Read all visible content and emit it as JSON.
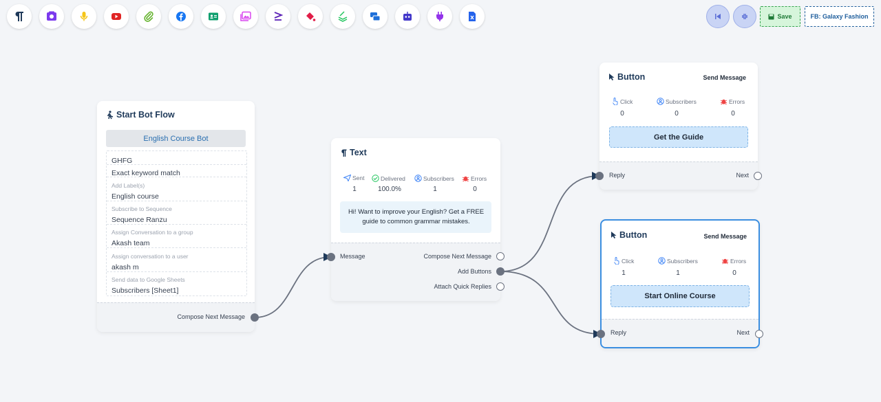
{
  "toolbar": {
    "tools": [
      {
        "icon": "paragraph-icon",
        "color": "#1f3a5a"
      },
      {
        "icon": "image-gallery-icon",
        "color": "#7c3aed"
      },
      {
        "icon": "microphone-icon",
        "color": "#f5c518"
      },
      {
        "icon": "youtube-icon",
        "color": "#e02424"
      },
      {
        "icon": "paperclip-icon",
        "color": "#65b32e"
      },
      {
        "icon": "facebook-icon",
        "color": "#1877f2"
      },
      {
        "icon": "contact-card-icon",
        "color": "#0e9f6e"
      },
      {
        "icon": "image-icon",
        "color": "#d946ef"
      },
      {
        "icon": "greater-equal-icon",
        "color": "#5b21b6"
      },
      {
        "icon": "paint-bucket-icon",
        "color": "#e11d48"
      },
      {
        "icon": "layers-icon",
        "color": "#22c55e"
      },
      {
        "icon": "chat-icon",
        "color": "#1e6fd9"
      },
      {
        "icon": "robot-icon",
        "color": "#4338ca"
      },
      {
        "icon": "plug-icon",
        "color": "#9333ea"
      },
      {
        "icon": "excel-icon",
        "color": "#2563eb"
      }
    ],
    "save_label": "Save",
    "page_label": "FB: Galaxy Fashion"
  },
  "start_node": {
    "title": "Start Bot Flow",
    "bot_name": "English Course Bot",
    "fields": [
      {
        "label": "",
        "value": "GHFG"
      },
      {
        "label": "",
        "value": "Exact keyword match"
      },
      {
        "label": "Add Label(s)",
        "value": "English course"
      },
      {
        "label": "Subscribe to Sequence",
        "value": "Sequence Ranzu"
      },
      {
        "label": "Assign Conversation to a group",
        "value": "Akash team"
      },
      {
        "label": "Assign conversation to a user",
        "value": "akash m"
      },
      {
        "label": "Send data to Google Sheets",
        "value": "Subscribers [Sheet1]"
      }
    ],
    "output_label": "Compose Next Message"
  },
  "text_node": {
    "title": "Text",
    "stats": [
      {
        "label": "Sent",
        "value": "1",
        "icon": "send-icon",
        "color": "#3b82f6"
      },
      {
        "label": "Delivered",
        "value": "100.0%",
        "icon": "check-circle-icon",
        "color": "#22c55e"
      },
      {
        "label": "Subscribers",
        "value": "1",
        "icon": "user-circle-icon",
        "color": "#3b82f6"
      },
      {
        "label": "Errors",
        "value": "0",
        "icon": "bug-icon",
        "color": "#ef4444"
      }
    ],
    "message": "Hi! Want to improve your English? Get a FREE guide to common grammar mistakes.",
    "input_label": "Message",
    "outputs": [
      "Compose Next Message",
      "Add Buttons",
      "Attach Quick Replies"
    ]
  },
  "button_nodes": [
    {
      "title": "Button",
      "action": "Send Message",
      "stats": [
        {
          "label": "Click",
          "value": "0"
        },
        {
          "label": "Subscribers",
          "value": "0"
        },
        {
          "label": "Errors",
          "value": "0"
        }
      ],
      "cta": "Get the Guide",
      "reply_label": "Reply",
      "next_label": "Next"
    },
    {
      "title": "Button",
      "action": "Send Message",
      "stats": [
        {
          "label": "Click",
          "value": "1"
        },
        {
          "label": "Subscribers",
          "value": "1"
        },
        {
          "label": "Errors",
          "value": "0"
        }
      ],
      "cta": "Start Online Course",
      "reply_label": "Reply",
      "next_label": "Next"
    }
  ]
}
